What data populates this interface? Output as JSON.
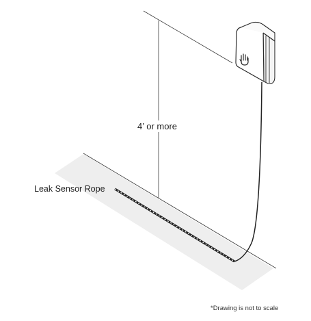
{
  "labels": {
    "height": "4’ or more",
    "rope": "Leak Sensor Rope",
    "footnote": "*Drawing is not to scale"
  },
  "device": {
    "icon": "hand-icon"
  },
  "colors": {
    "line": "#3a3a3a",
    "floor_shadow": "#eeeeee",
    "rope": "#222222",
    "text": "#1f1f1f"
  }
}
